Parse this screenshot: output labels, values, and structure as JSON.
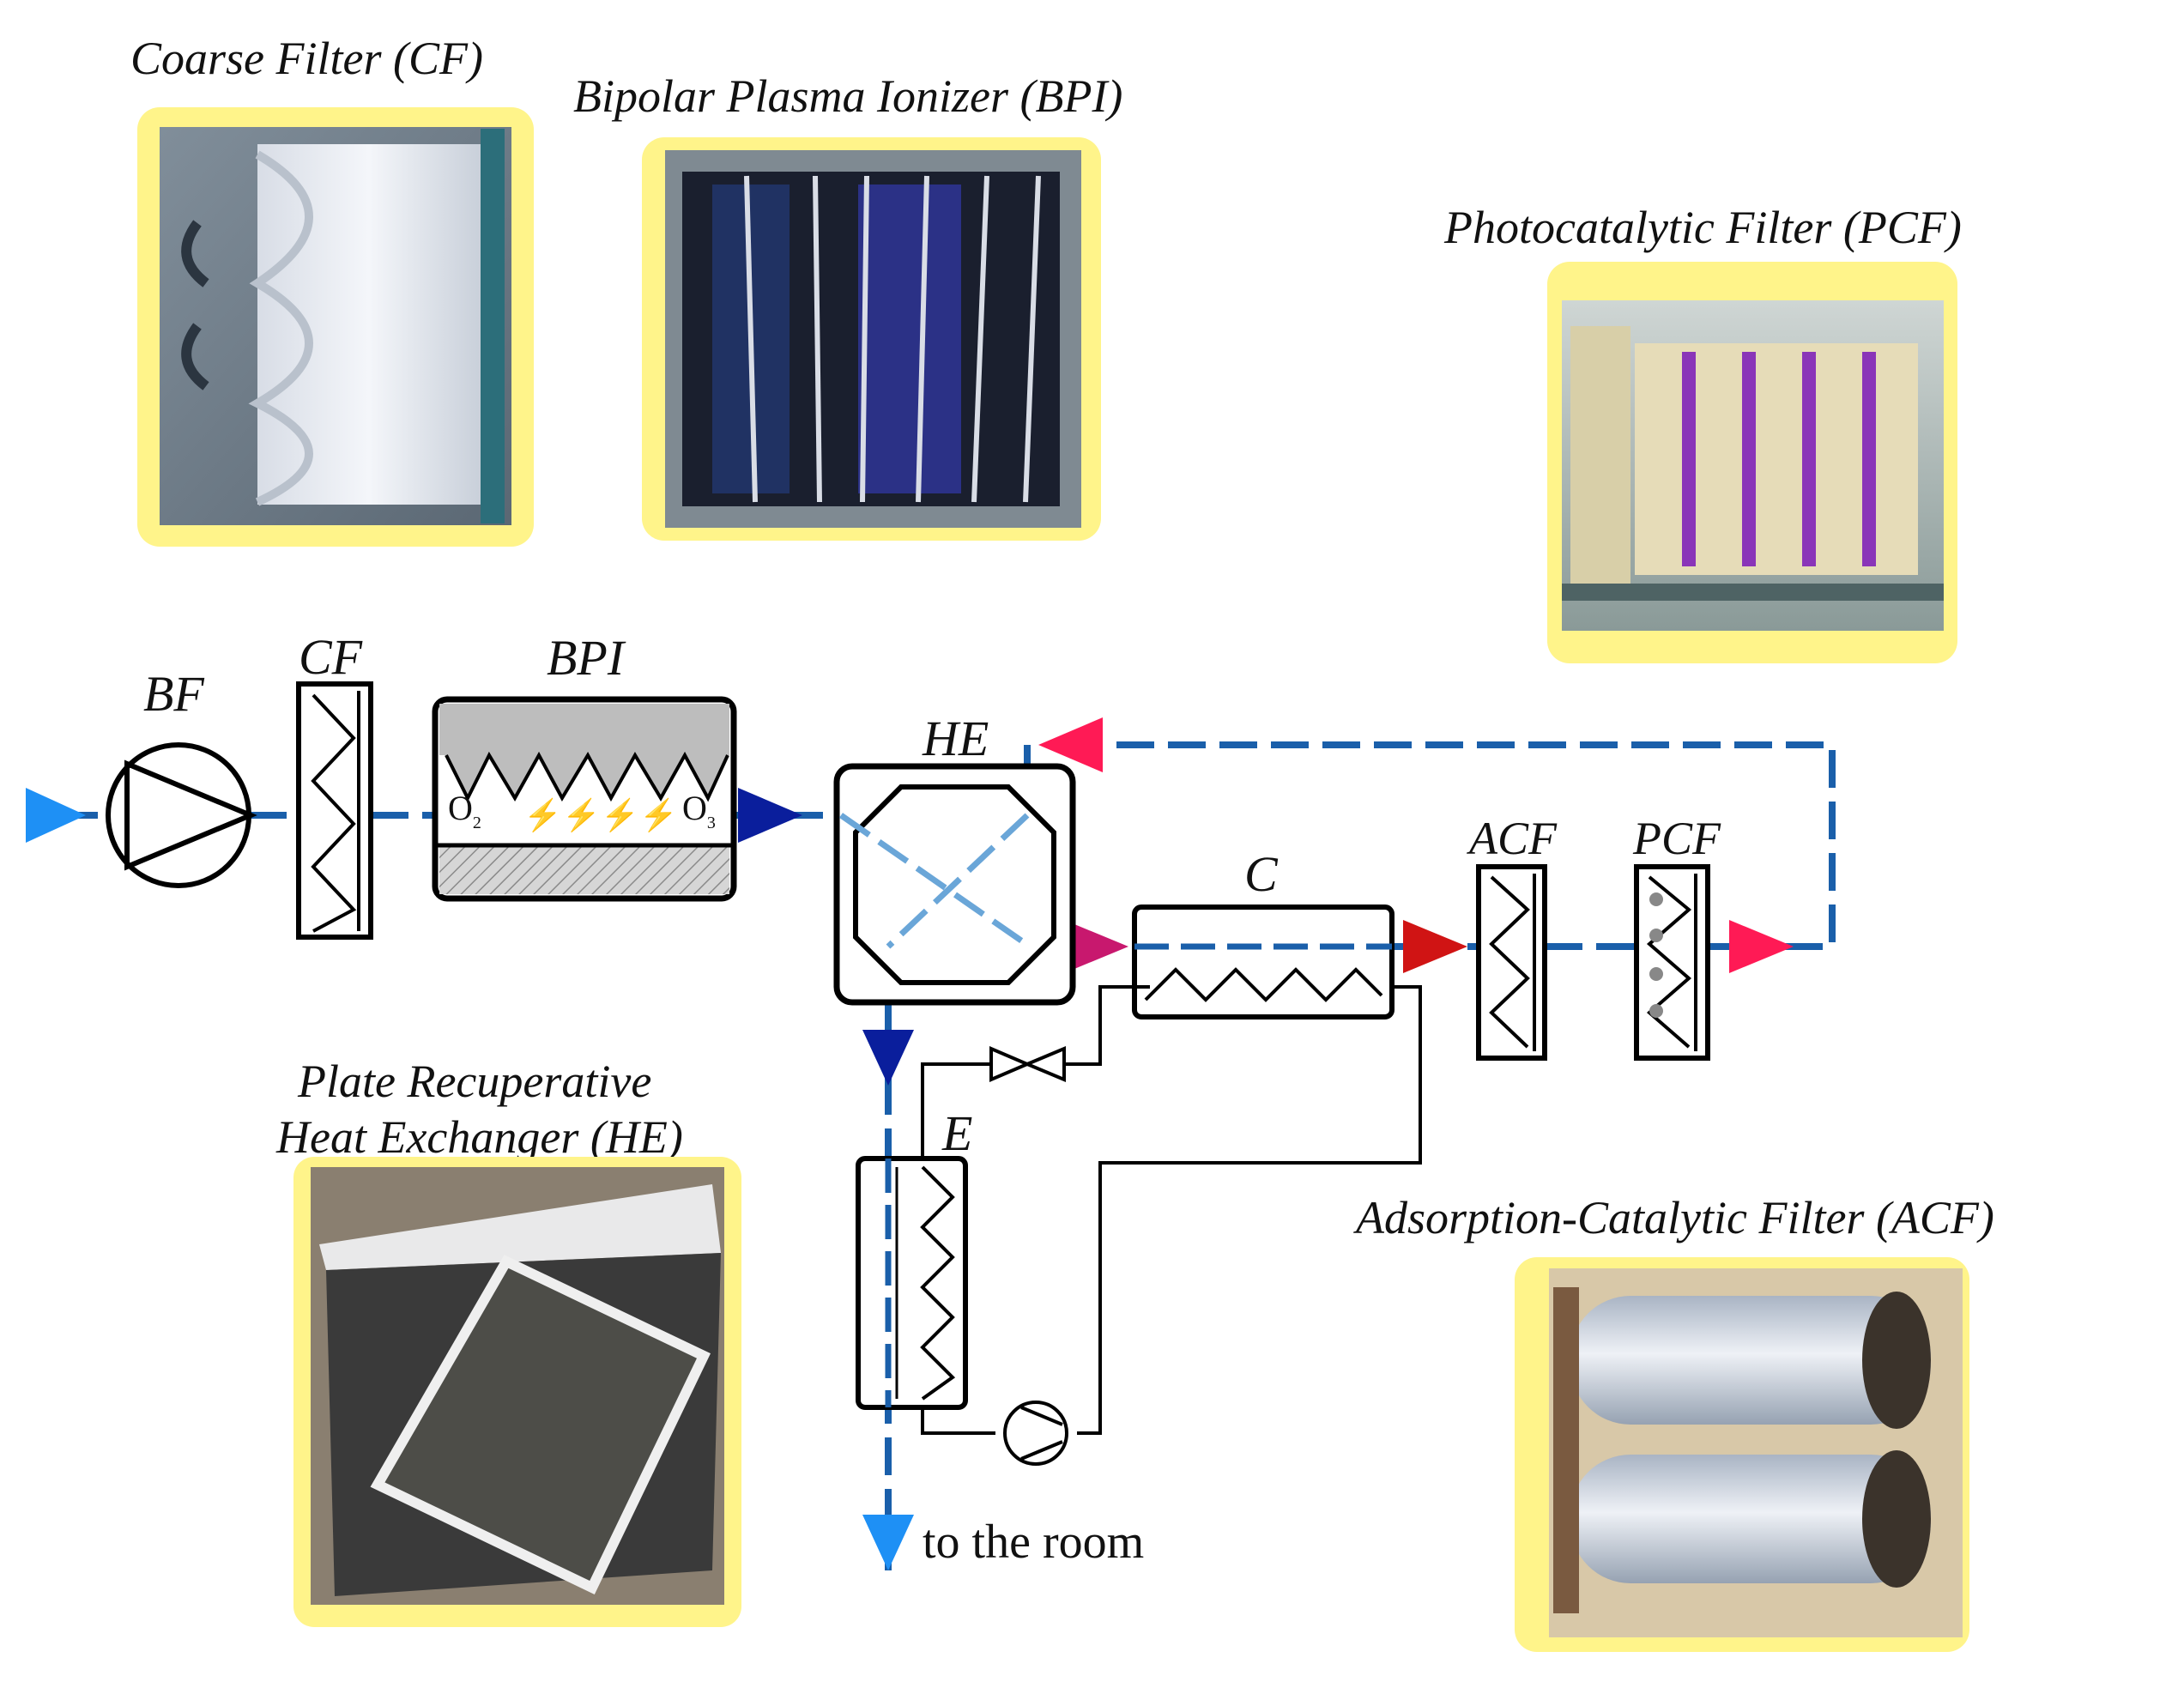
{
  "colors": {
    "air_line": "#1a5faa",
    "inlet_arrow": "#1e90f5",
    "dark_arrow": "#0a1e9c",
    "magenta_arrow": "#c8186e",
    "red_arrow": "#d01414",
    "pink_arrow": "#ff1a55",
    "photo_frame": "#fff48a"
  },
  "photo_titles": {
    "coarse_filter": "Coarse Filter (CF)",
    "bipolar_ionizer": "Bipolar Plasma Ionizer (BPI)",
    "photocatalytic_filter": "Photocatalytic Filter (PCF)",
    "heat_exchanger_line1": "Plate Recuperative",
    "heat_exchanger_line2": "Heat Exchanger (HE)",
    "adsorption_filter": "Adsorption-Catalytic Filter (ACF)"
  },
  "component_labels": {
    "blower_fan": "BF",
    "coarse_filter": "CF",
    "bipolar_ionizer": "BPI",
    "heat_exchanger": "HE",
    "condenser": "C",
    "adsorption_filter": "ACF",
    "photocatalytic_filter": "PCF",
    "evaporator": "E"
  },
  "chemistry": {
    "oxygen": "O",
    "oxygen_sub": "2",
    "ozone": "O",
    "ozone_sub": "3"
  },
  "outlet_label": "to the room"
}
